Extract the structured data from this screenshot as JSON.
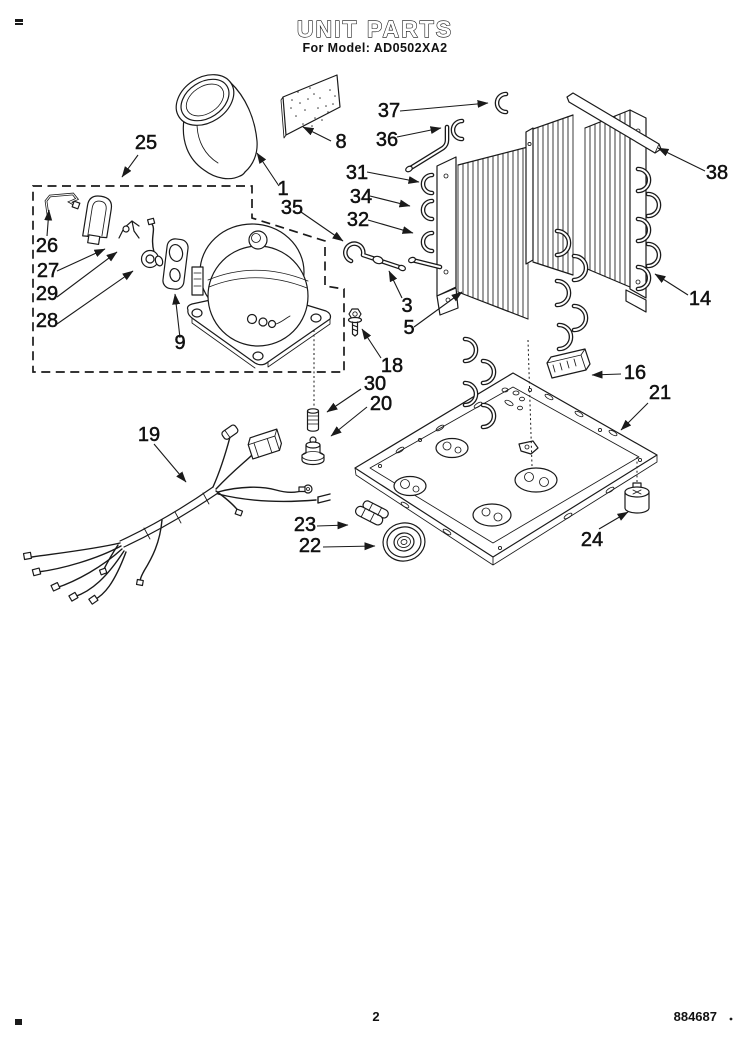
{
  "page": {
    "title": "UNIT PARTS",
    "subtitle": "For Model: AD0502XA2",
    "page_number": "2",
    "doc_number": "884687"
  },
  "colors": {
    "ink": "#1a1a1a",
    "paper": "#ffffff"
  },
  "diagram": {
    "kind": "exploded-parts-view",
    "subject": "refrigeration unit assembly: compressor, condenser and evaporator coils, base pan, wiring harness",
    "part_labels": [
      "25",
      "26",
      "27",
      "29",
      "28",
      "9",
      "1",
      "35",
      "8",
      "37",
      "36",
      "31",
      "34",
      "32",
      "3",
      "5",
      "38",
      "14",
      "18",
      "30",
      "20",
      "16",
      "21",
      "19",
      "23",
      "22",
      "24"
    ]
  }
}
